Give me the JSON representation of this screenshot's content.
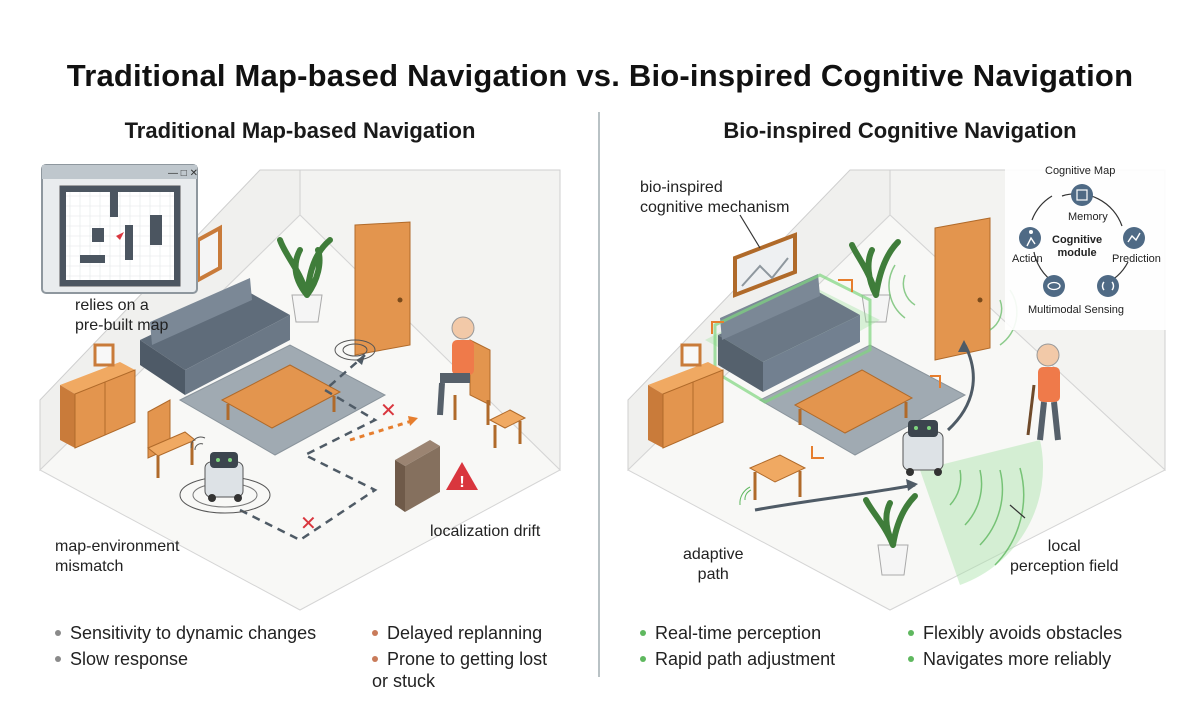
{
  "title": "Traditional Map-based Navigation vs. Bio-inspired Cognitive Navigation",
  "left": {
    "title": "Traditional Map-based Navigation",
    "labels": {
      "map": "relies on a\npre-built map",
      "mismatch": "map-environment\nmismatch",
      "drift": "localization drift"
    },
    "bullets": [
      "Sensitivity to dynamic changes",
      "Slow response",
      "Delayed replanning",
      "Prone to getting lost\nor stuck"
    ],
    "bullet_color": "#8a8a8a"
  },
  "right": {
    "title": "Bio-inspired Cognitive Navigation",
    "labels": {
      "mechanism": "bio-inspired\ncognitive mechanism",
      "adaptive": "adaptive\npath",
      "perception": "local\nperception field"
    },
    "cognitive": {
      "center": "Cognitive\nmodule",
      "nodes": [
        "Cognitive Map",
        "Memory",
        "Prediction",
        "Multimodal Sensing",
        "Action"
      ]
    },
    "bullets": [
      "Real-time perception",
      "Rapid path adjustment",
      "Flexibly avoids obstacles",
      "Navigates more reliably"
    ],
    "bullet_color": "#5fb85f"
  },
  "colors": {
    "wall": "#f2f2f0",
    "floor": "#f7f7f5",
    "sofa": "#6b7886",
    "wood": "#e3954e",
    "rug": "#9aa5ad",
    "green_glow": "#7fd67f",
    "warning": "#d9363e"
  }
}
